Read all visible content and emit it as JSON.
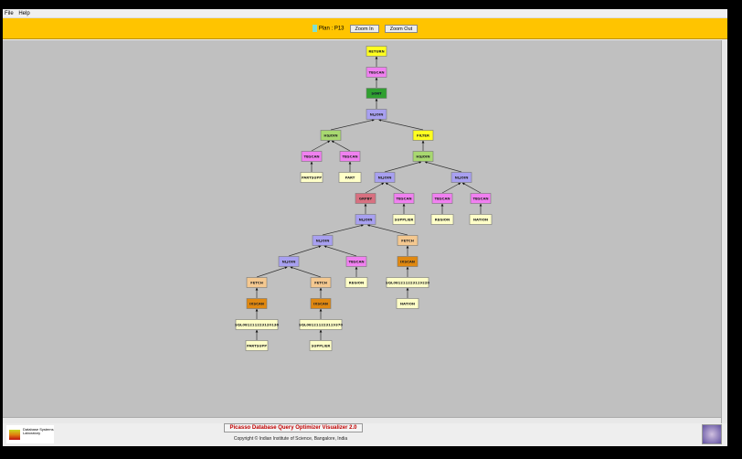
{
  "menu": [
    "File",
    "Help"
  ],
  "toolbar": {
    "plan_label": "Plan : P13",
    "zoom_in": "Zoom In",
    "zoom_out": "Zoom Out"
  },
  "footer": {
    "title": "Picasso Database Query Optimizer Visualizer 2.0",
    "copyright": "Copyright © Indian Institute of Science, Bangalore, India",
    "logo_text": "Database Systems Laboratory"
  },
  "colors": {
    "RETURN": "#ffff20",
    "TBSCAN": "#f080f0",
    "SORT": "#30a030",
    "NLJOIN": "#a8a0f0",
    "HSJOIN": "#a8d870",
    "FILTER": "#ffff20",
    "GRPBY": "#d87080",
    "FETCH": "#f4c890",
    "IXSCAN": "#e08810",
    "TABLE": "#ffffc8"
  },
  "plan": [
    {
      "id": "n1",
      "label": "RETURN",
      "type": "RETURN",
      "parent": null
    },
    {
      "id": "n2",
      "label": "TBSCAN",
      "type": "TBSCAN",
      "parent": "n1"
    },
    {
      "id": "n3",
      "label": "SORT",
      "type": "SORT",
      "parent": "n2"
    },
    {
      "id": "n4",
      "label": "NLJOIN",
      "type": "NLJOIN",
      "parent": "n3"
    },
    {
      "id": "n5",
      "label": "HSJOIN",
      "type": "HSJOIN",
      "parent": "n4"
    },
    {
      "id": "n6",
      "label": "FILTER",
      "type": "FILTER",
      "parent": "n4"
    },
    {
      "id": "n7",
      "label": "TBSCAN",
      "type": "TBSCAN",
      "parent": "n5"
    },
    {
      "id": "n8",
      "label": "TBSCAN",
      "type": "TBSCAN",
      "parent": "n5"
    },
    {
      "id": "n9",
      "label": "PARTSUPP",
      "type": "TABLE",
      "parent": "n7"
    },
    {
      "id": "n10",
      "label": "PART",
      "type": "TABLE",
      "parent": "n8"
    },
    {
      "id": "n11",
      "label": "HSJOIN",
      "type": "HSJOIN",
      "parent": "n6"
    },
    {
      "id": "n12",
      "label": "NLJOIN",
      "type": "NLJOIN",
      "parent": "n11"
    },
    {
      "id": "n13",
      "label": "NLJOIN",
      "type": "NLJOIN",
      "parent": "n11"
    },
    {
      "id": "n14",
      "label": "GRPBY",
      "type": "GRPBY",
      "parent": "n12"
    },
    {
      "id": "n15",
      "label": "TBSCAN",
      "type": "TBSCAN",
      "parent": "n12"
    },
    {
      "id": "n16",
      "label": "TBSCAN",
      "type": "TBSCAN",
      "parent": "n13"
    },
    {
      "id": "n17",
      "label": "TBSCAN",
      "type": "TBSCAN",
      "parent": "n13"
    },
    {
      "id": "n18",
      "label": "SUPPLIER",
      "type": "TABLE",
      "parent": "n15"
    },
    {
      "id": "n19",
      "label": "REGION",
      "type": "TABLE",
      "parent": "n16"
    },
    {
      "id": "n20",
      "label": "NATION",
      "type": "TABLE",
      "parent": "n17"
    },
    {
      "id": "n21",
      "label": "NLJOIN",
      "type": "NLJOIN",
      "parent": "n14"
    },
    {
      "id": "n22",
      "label": "NLJOIN",
      "type": "NLJOIN",
      "parent": "n21"
    },
    {
      "id": "n23",
      "label": "FETCH",
      "type": "FETCH",
      "parent": "n21"
    },
    {
      "id": "n24",
      "label": "NLJOIN",
      "type": "NLJOIN",
      "parent": "n22"
    },
    {
      "id": "n25",
      "label": "TBSCAN",
      "type": "TBSCAN",
      "parent": "n22"
    },
    {
      "id": "n26",
      "label": "IXSCAN",
      "type": "IXSCAN",
      "parent": "n23"
    },
    {
      "id": "n27",
      "label": "FETCH",
      "type": "FETCH",
      "parent": "n24"
    },
    {
      "id": "n28",
      "label": "FETCH",
      "type": "FETCH",
      "parent": "n24"
    },
    {
      "id": "n29",
      "label": "REGION",
      "type": "TABLE",
      "parent": "n25"
    },
    {
      "id": "n30",
      "label": "SQL081211223119220",
      "type": "TABLE",
      "parent": "n26"
    },
    {
      "id": "n31",
      "label": "IXSCAN",
      "type": "IXSCAN",
      "parent": "n27"
    },
    {
      "id": "n32",
      "label": "IXSCAN",
      "type": "IXSCAN",
      "parent": "n28"
    },
    {
      "id": "n33",
      "label": "NATION",
      "type": "TABLE",
      "parent": "n30"
    },
    {
      "id": "n34",
      "label": "SQL081211223120136",
      "type": "TABLE",
      "parent": "n31"
    },
    {
      "id": "n35",
      "label": "SQL081211223119370",
      "type": "TABLE",
      "parent": "n32"
    },
    {
      "id": "n36",
      "label": "PARTSUPP",
      "type": "TABLE",
      "parent": "n34"
    },
    {
      "id": "n37",
      "label": "SUPPLIER",
      "type": "TABLE",
      "parent": "n35"
    }
  ]
}
